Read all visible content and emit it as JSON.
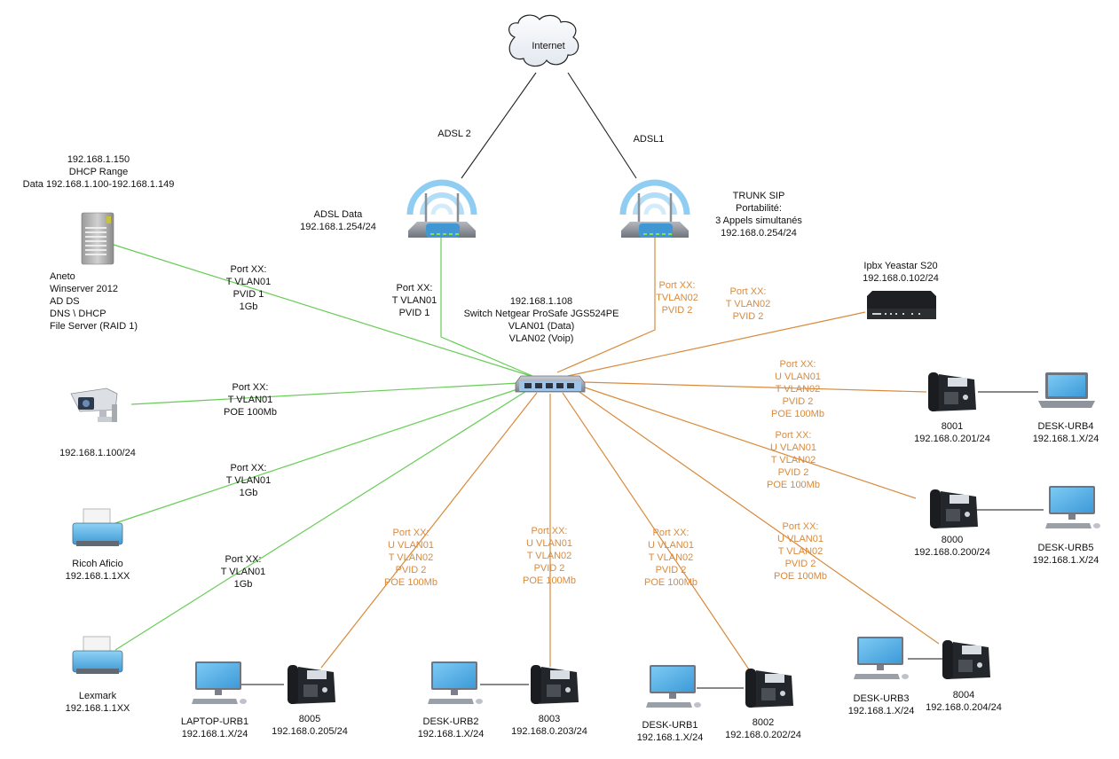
{
  "colors": {
    "data_link": "#66cc55",
    "voip_link": "#d98a3c",
    "wan_link": "#222222",
    "device_link": "#111111",
    "text": "#111111",
    "voip_text": "#d98a3c",
    "screen_blue": "#5cb4ea",
    "wifi_blue": "#8fcdf2"
  },
  "internet": {
    "label": "Internet",
    "icon": "cloud-icon"
  },
  "wan": {
    "adsl2_label": "ADSL 2",
    "adsl1_label": "ADSL1"
  },
  "routers": {
    "data": {
      "icon": "wifi-router-icon",
      "lines": [
        "ADSL Data",
        "192.168.1.254/24"
      ]
    },
    "sip": {
      "icon": "wifi-router-icon",
      "lines": [
        "TRUNK SIP",
        "Portabilité:",
        "3 Appels simultanés",
        "192.168.0.254/24"
      ]
    }
  },
  "switch": {
    "icon": "network-switch-icon",
    "lines": [
      "192.168.1.108",
      "Switch Netgear ProSafe JGS524PE",
      "VLAN01 (Data)",
      "VLAN02 (Voip)"
    ]
  },
  "server": {
    "icon": "server-tower-icon",
    "top_lines": [
      "192.168.1.150",
      "DHCP Range",
      "Data 192.168.1.100-192.168.1.149"
    ],
    "bottom_lines": [
      "Aneto",
      "Winserver 2012",
      "AD DS",
      "DNS \\ DHCP",
      "File Server (RAID 1)"
    ]
  },
  "camera": {
    "icon": "security-camera-icon",
    "lines": [
      "192.168.1.100/24"
    ]
  },
  "printers": [
    {
      "icon": "printer-icon",
      "lines": [
        "Ricoh Aficio",
        "192.168.1.1XX"
      ]
    },
    {
      "icon": "printer-icon",
      "lines": [
        "Lexmark",
        "192.168.1.1XX"
      ]
    }
  ],
  "ipbx": {
    "icon": "ipbx-appliance-icon",
    "lines": [
      "Ipbx Yeastar S20",
      "192.168.0.102/24"
    ]
  },
  "port_labels": {
    "server": [
      "Port XX:",
      "T VLAN01",
      "PVID 1",
      "1Gb"
    ],
    "router_data": [
      "Port XX:",
      "T VLAN01",
      "PVID 1"
    ],
    "router_sip": [
      "Port XX:",
      "TVLAN02",
      "PVID 2"
    ],
    "ipbx": [
      "Port XX:",
      "T VLAN02",
      "PVID 2"
    ],
    "camera": [
      "Port XX:",
      "T VLAN01",
      "POE 100Mb"
    ],
    "printer_ricoh": [
      "Port XX:",
      "T VLAN01",
      "1Gb"
    ],
    "printer_lexmark": [
      "Port XX:",
      "T VLAN01",
      "1Gb"
    ],
    "phone_8001": [
      "Port XX:",
      "U VLAN01",
      "T VLAN02",
      "PVID 2",
      "POE 100Mb"
    ],
    "phone_8000": [
      "Port XX:",
      "U VLAN01",
      "T VLAN02",
      "PVID 2",
      "POE 100Mb"
    ],
    "phone_8004": [
      "Port XX:",
      "U VLAN01",
      "T VLAN02",
      "PVID 2",
      "POE 100Mb"
    ],
    "phone_8005": [
      "Port XX:",
      "U VLAN01",
      "T VLAN02",
      "PVID 2",
      "POE 100Mb"
    ],
    "phone_8003": [
      "Port XX:",
      "U VLAN01",
      "T VLAN02",
      "PVID 2",
      "POE 100Mb"
    ],
    "phone_8002": [
      "Port XX:",
      "U VLAN01",
      "T VLAN02",
      "PVID 2",
      "POE 100Mb"
    ]
  },
  "phones": [
    {
      "id": "8001",
      "lines": [
        "8001",
        "192.168.0.201/24"
      ],
      "icon": "ip-phone-icon"
    },
    {
      "id": "8000",
      "lines": [
        "8000",
        "192.168.0.200/24"
      ],
      "icon": "ip-phone-icon"
    },
    {
      "id": "8004",
      "lines": [
        "8004",
        "192.168.0.204/24"
      ],
      "icon": "ip-phone-icon"
    },
    {
      "id": "8005",
      "lines": [
        "8005",
        "192.168.0.205/24"
      ],
      "icon": "ip-phone-icon"
    },
    {
      "id": "8003",
      "lines": [
        "8003",
        "192.168.0.203/24"
      ],
      "icon": "ip-phone-icon"
    },
    {
      "id": "8002",
      "lines": [
        "8002",
        "192.168.0.202/24"
      ],
      "icon": "ip-phone-icon"
    }
  ],
  "computers": [
    {
      "id": "desk-urb4",
      "kind": "laptop",
      "icon": "laptop-icon",
      "lines": [
        "DESK-URB4",
        "192.168.1.X/24"
      ]
    },
    {
      "id": "desk-urb5",
      "kind": "desktop",
      "icon": "desktop-computer-icon",
      "lines": [
        "DESK-URB5",
        "192.168.1.X/24"
      ]
    },
    {
      "id": "desk-urb3",
      "kind": "desktop",
      "icon": "desktop-computer-icon",
      "lines": [
        "DESK-URB3",
        "192.168.1.X/24"
      ]
    },
    {
      "id": "laptop-urb1",
      "kind": "desktop",
      "icon": "desktop-computer-icon",
      "lines": [
        "LAPTOP-URB1",
        "192.168.1.X/24"
      ]
    },
    {
      "id": "desk-urb2",
      "kind": "desktop",
      "icon": "desktop-computer-icon",
      "lines": [
        "DESK-URB2",
        "192.168.1.X/24"
      ]
    },
    {
      "id": "desk-urb1",
      "kind": "desktop",
      "icon": "desktop-computer-icon",
      "lines": [
        "DESK-URB1",
        "192.168.1.X/24"
      ]
    }
  ]
}
